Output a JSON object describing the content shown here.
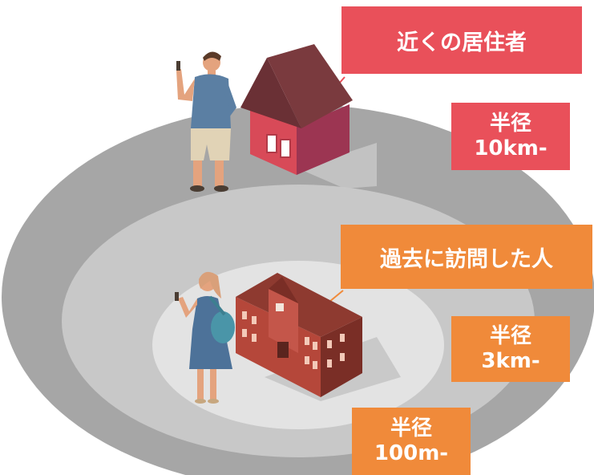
{
  "colors": {
    "red": "#e9505a",
    "orange": "#f08a3a",
    "outer_ring": "#a6a6a6",
    "middle_ring": "#c8c8c8",
    "inner_ring": "#e3e3e3"
  },
  "callouts": {
    "residents": "近くの居住者",
    "visitors": "過去に訪問した人"
  },
  "radii": [
    {
      "title": "半径",
      "distance": "10km-"
    },
    {
      "title": "半径",
      "distance": "3km-"
    },
    {
      "title": "半径",
      "distance": "100m-"
    }
  ],
  "icons": [
    "man-icon",
    "house-icon",
    "woman-icon",
    "school-building-icon"
  ]
}
